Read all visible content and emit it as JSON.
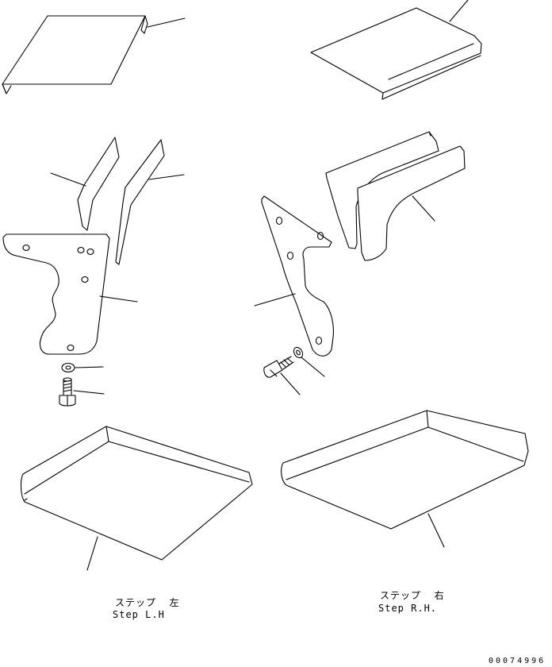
{
  "labels": {
    "step_lh_jp": "ステップ  左",
    "step_lh_en": "Step L.H",
    "step_rh_jp": "ステップ  右",
    "step_rh_en": "Step R.H."
  },
  "drawing_code": "00074996",
  "parts": [
    "cover-left",
    "cover-right",
    "stay-left-a",
    "stay-left-b",
    "bracket-left",
    "washer-left",
    "bolt-left",
    "bracket-right",
    "plate-right-a",
    "plate-right-b",
    "washer-right",
    "bolt-right",
    "step-left",
    "step-right"
  ]
}
